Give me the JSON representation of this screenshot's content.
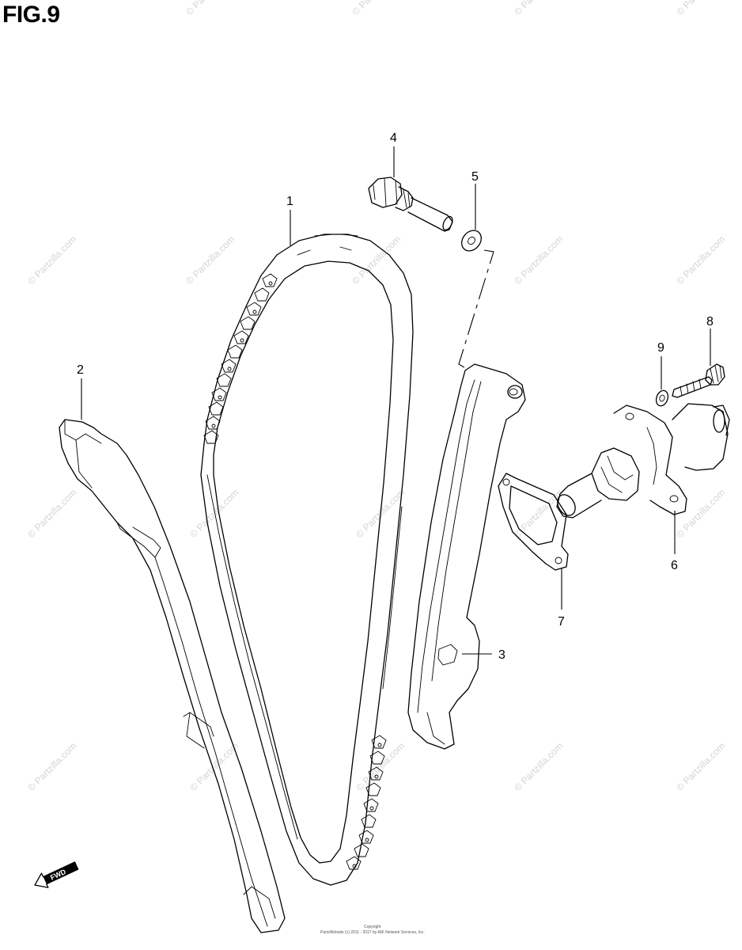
{
  "figure": {
    "title": "FIG.9"
  },
  "callouts": [
    {
      "id": "1",
      "label": "1"
    },
    {
      "id": "2",
      "label": "2"
    },
    {
      "id": "3",
      "label": "3"
    },
    {
      "id": "4",
      "label": "4"
    },
    {
      "id": "5",
      "label": "5"
    },
    {
      "id": "6",
      "label": "6"
    },
    {
      "id": "7",
      "label": "7"
    },
    {
      "id": "8",
      "label": "8"
    },
    {
      "id": "9",
      "label": "9"
    }
  ],
  "direction_arrow": {
    "label": "FWD"
  },
  "watermark": {
    "text": "© Partzilla.com"
  },
  "footer": {
    "line1": "Copyright",
    "line2": "PartsWebsite (c) 2011 - 2017 by ARI Network Services, Inc."
  }
}
